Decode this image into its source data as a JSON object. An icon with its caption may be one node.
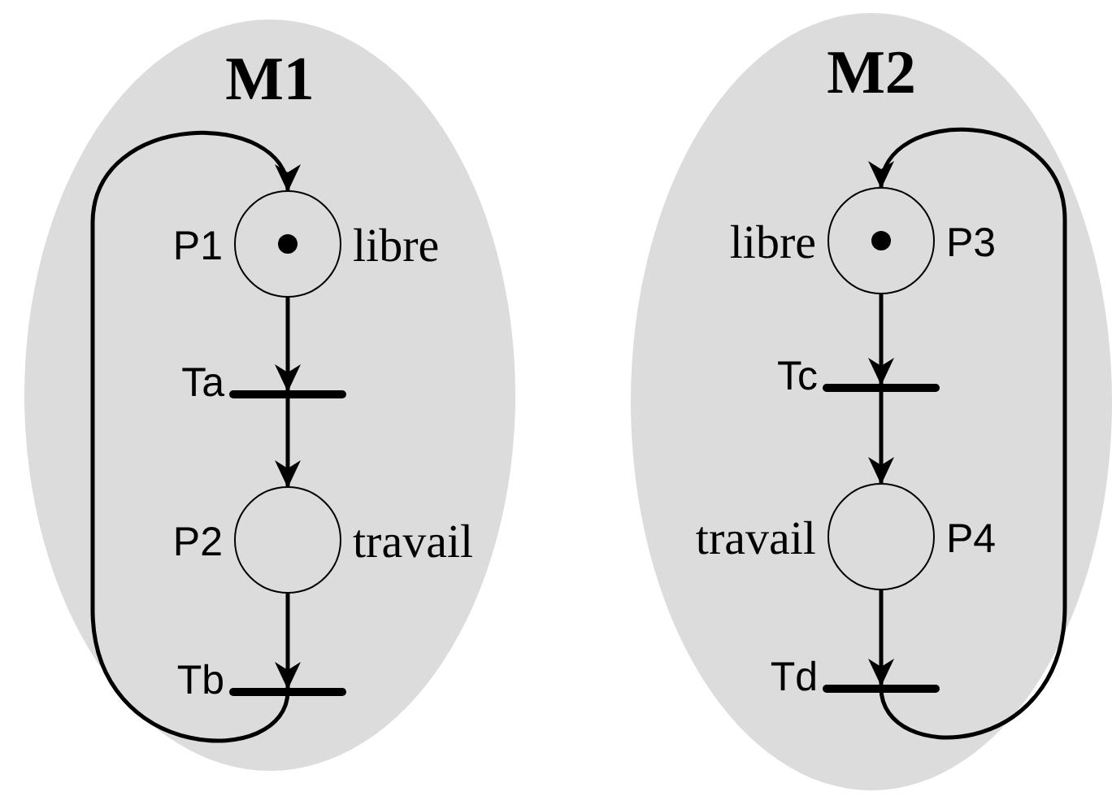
{
  "diagram": {
    "nodes": [
      {
        "text": [
          "M1"
        ]
      },
      {
        "text": [],
        "shape": "circle",
        "in": 0,
        "beside": [
          "P1",
          "libre"
        ]
      },
      {
        "text": [],
        "shape": "bar",
        "in": 0,
        "beside": [
          "Ta"
        ]
      },
      {
        "text": [],
        "shape": "circle",
        "in": 0,
        "beside": [
          "P2",
          "travail"
        ]
      },
      {
        "text": [],
        "shape": "bar",
        "in": 0,
        "beside": [
          "Tb"
        ]
      },
      {
        "text": [
          "M2"
        ]
      },
      {
        "text": [],
        "shape": "circle",
        "in": 5,
        "beside": [
          "libre",
          "P3"
        ]
      },
      {
        "text": [],
        "shape": "bar",
        "in": 5,
        "beside": [
          "Tc"
        ]
      },
      {
        "text": [],
        "shape": "circle",
        "in": 5,
        "beside": [
          "travail",
          "P4"
        ]
      },
      {
        "text": [],
        "shape": "bar",
        "in": 5,
        "beside": [
          "Td"
        ]
      }
    ],
    "edges": [
      {
        "from": 1,
        "to": 2,
        "arrow": "to"
      },
      {
        "from": 2,
        "to": 3,
        "arrow": "to"
      },
      {
        "from": 3,
        "to": 4,
        "arrow": "to"
      },
      {
        "from": 4,
        "to": 1,
        "arrow": "to"
      },
      {
        "from": 6,
        "to": 7,
        "arrow": "to"
      },
      {
        "from": 7,
        "to": 8,
        "arrow": "to"
      },
      {
        "from": 8,
        "to": 9,
        "arrow": "to"
      },
      {
        "from": 9,
        "to": 6,
        "arrow": "to"
      }
    ]
  }
}
